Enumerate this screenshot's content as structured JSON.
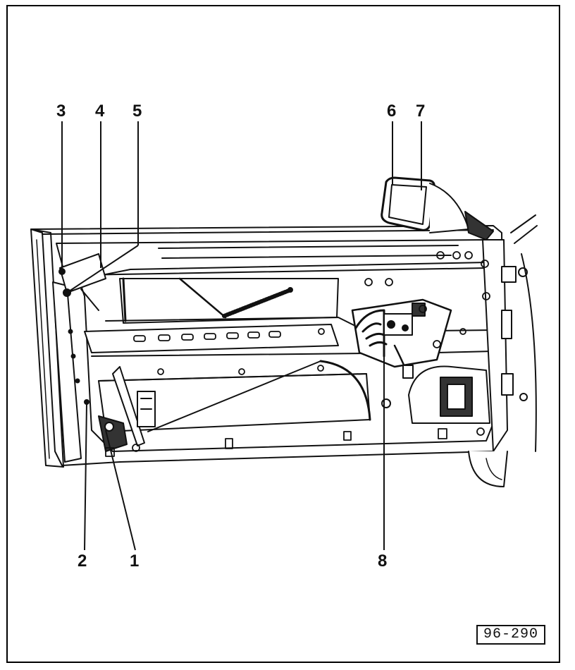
{
  "callouts": {
    "c1": "1",
    "c2": "2",
    "c3": "3",
    "c4": "4",
    "c5": "5",
    "c6": "6",
    "c7": "7",
    "c8": "8"
  },
  "figure_ref": "96-290",
  "colors": {
    "ink": "#111111",
    "paper": "#ffffff",
    "shade": "#3a3a3a"
  }
}
